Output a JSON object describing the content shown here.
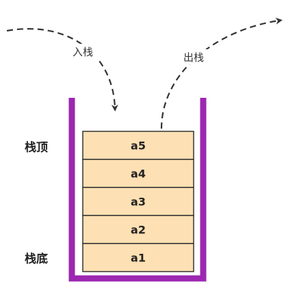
{
  "labels": {
    "push": "入栈",
    "pop": "出栈",
    "top": "栈顶",
    "bottom": "栈底"
  },
  "stack": {
    "items": [
      {
        "label": "a5"
      },
      {
        "label": "a4"
      },
      {
        "label": "a3"
      },
      {
        "label": "a2"
      },
      {
        "label": "a1"
      }
    ]
  },
  "colors": {
    "container": "#9c27b0",
    "cell_fill": "#fde0b3",
    "cell_stroke": "#333333",
    "arrow": "#333333"
  }
}
